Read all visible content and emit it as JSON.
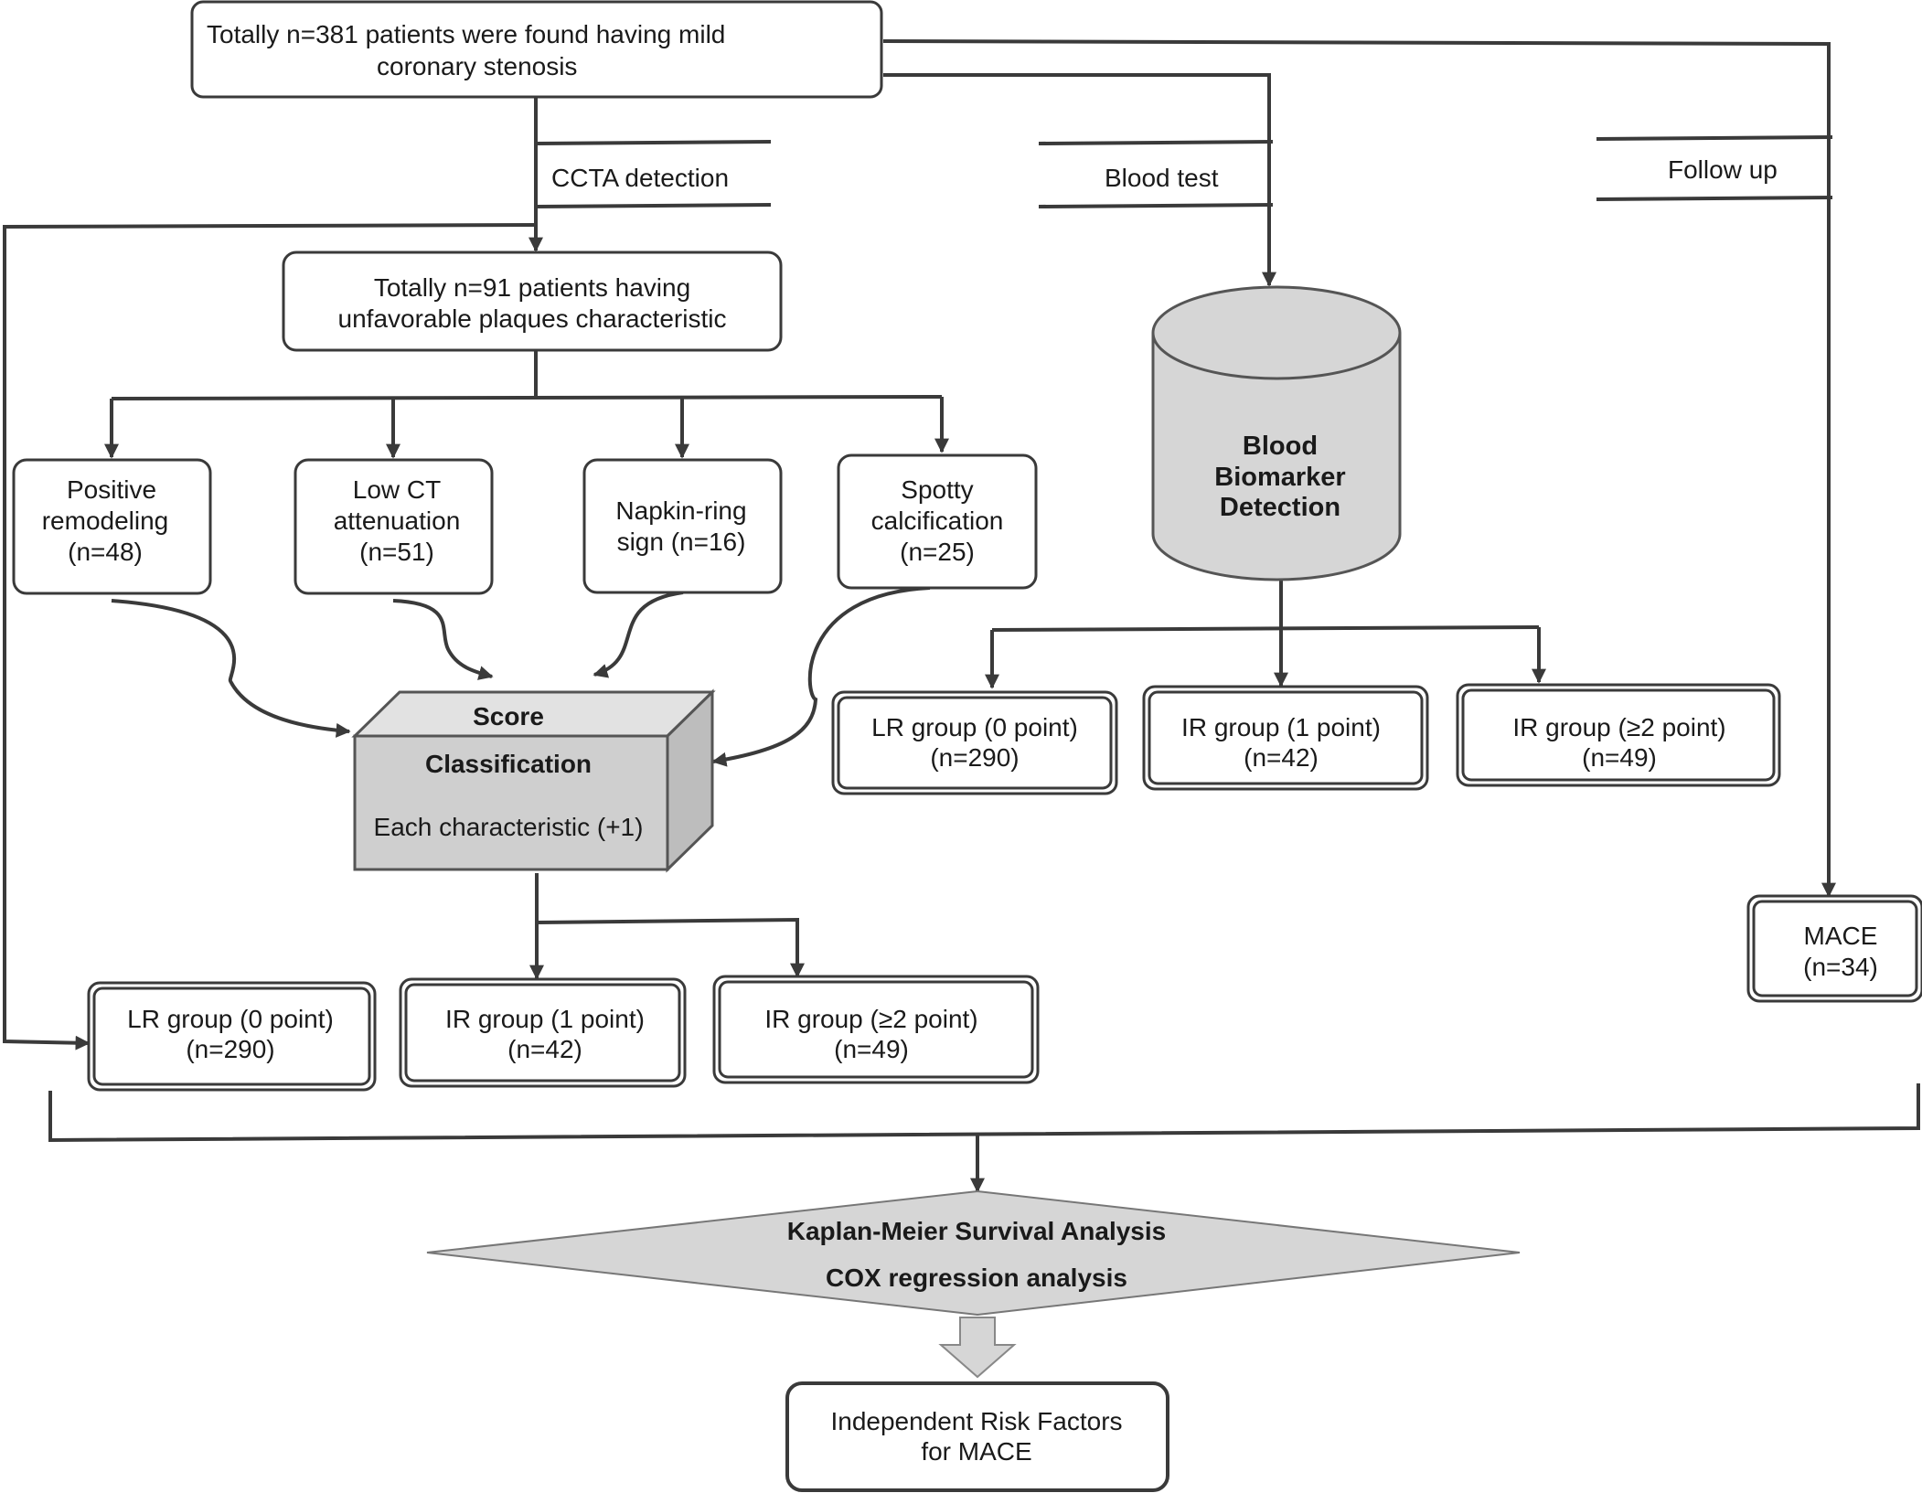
{
  "nodes": {
    "top": {
      "line1": "Totally n=381 patients were found having mild",
      "line2": "coronary stenosis"
    },
    "ccta": {
      "label": "CCTA detection"
    },
    "blood_test": {
      "label": "Blood test"
    },
    "follow_up": {
      "label": "Follow up"
    },
    "unfavorable": {
      "line1": "Totally n=91 patients having",
      "line2": "unfavorable plaques characteristic"
    },
    "positive_remodeling": {
      "line1": "Positive",
      "line2": "remodeling",
      "line3": "(n=48)"
    },
    "low_ct": {
      "line1": "Low CT",
      "line2": "attenuation",
      "line3": "(n=51)"
    },
    "napkin": {
      "line1": "Napkin-ring",
      "line2": "sign (n=16)"
    },
    "spotty": {
      "line1": "Spotty",
      "line2": "calcification",
      "line3": "(n=25)"
    },
    "score": {
      "top": "Score",
      "line1": "Classification",
      "line2": "Each characteristic (+1)"
    },
    "cylinder": {
      "line1": "Blood",
      "line2": "Biomarker",
      "line3": "Detection"
    },
    "blood_groups": [
      {
        "line1": "LR group (0 point)",
        "line2": "(n=290)"
      },
      {
        "line1": "IR group (1 point)",
        "line2": "(n=42)"
      },
      {
        "line1": "IR group (≥2 point)",
        "line2": "(n=49)"
      }
    ],
    "score_groups": [
      {
        "line1": "LR group (0 point)",
        "line2": "(n=290)"
      },
      {
        "line1": "IR group (1 point)",
        "line2": "(n=42)"
      },
      {
        "line1": "IR group (≥2 point)",
        "line2": "(n=49)"
      }
    ],
    "mace": {
      "line1": "MACE",
      "line2": "(n=34)"
    },
    "analysis": {
      "line1": "Kaplan-Meier Survival Analysis",
      "line2": "COX regression analysis"
    },
    "result": {
      "line1": "Independent Risk Factors",
      "line2": "for MACE"
    }
  },
  "colors": {
    "line": "#3a3a3a",
    "gray_fill": "#d6d6d6",
    "box_front": "#cfcfcf",
    "box_top": "#e2e2e2",
    "box_side": "#bdbdbd"
  }
}
